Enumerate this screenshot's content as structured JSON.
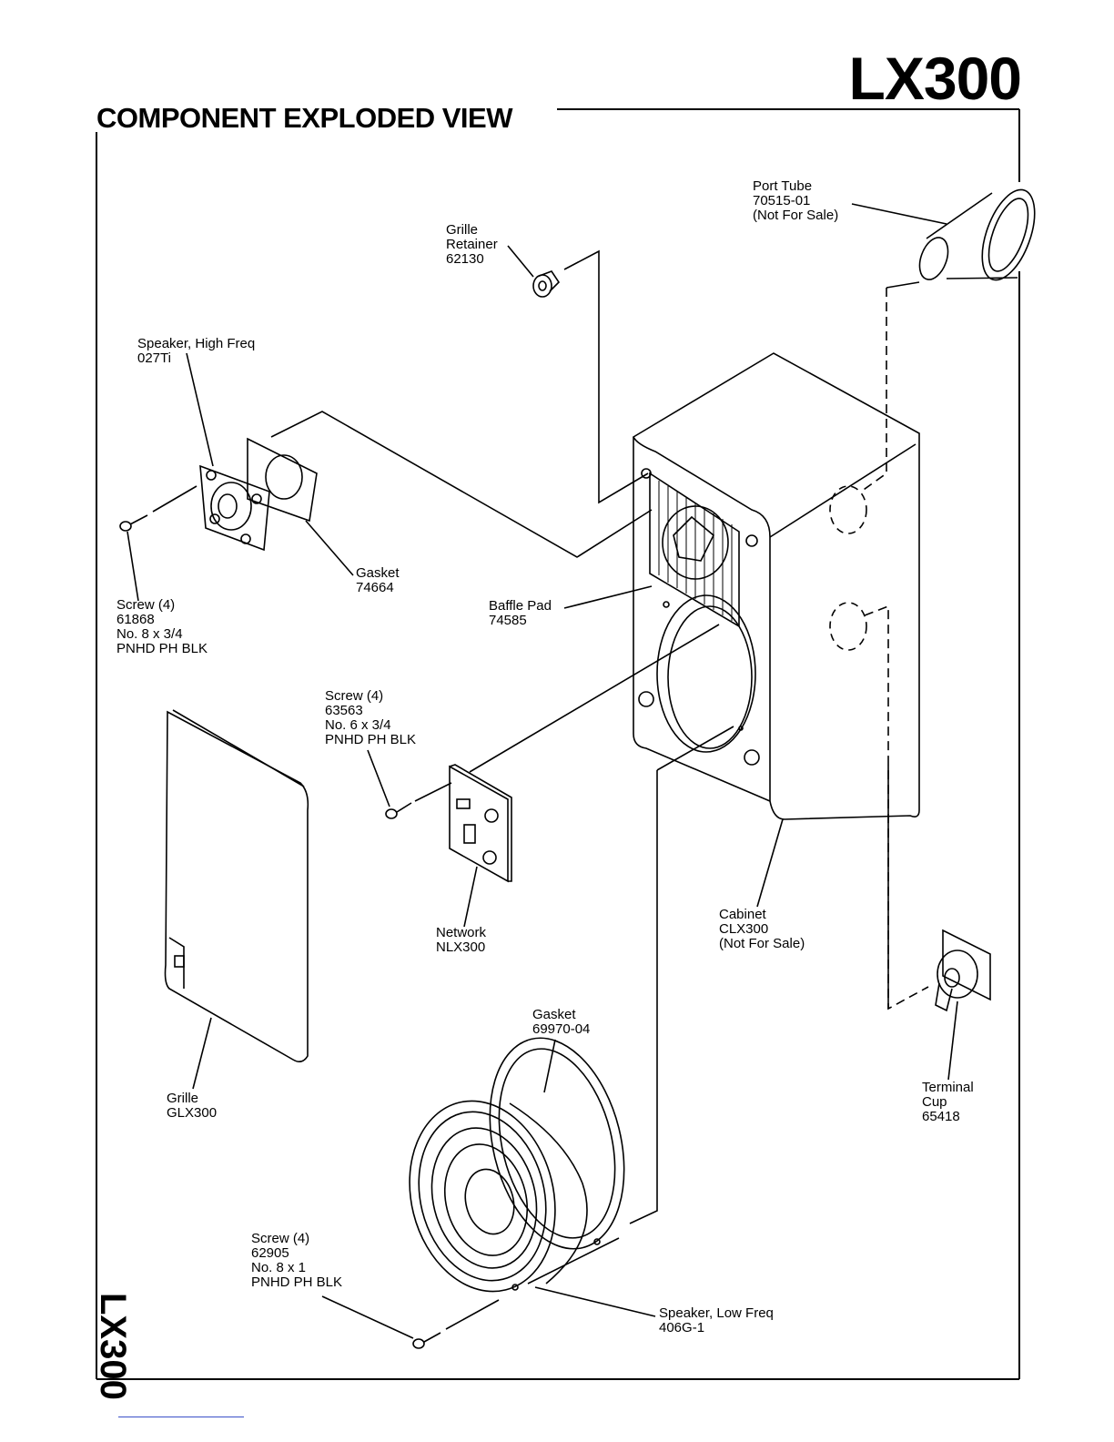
{
  "header": {
    "model": "LX300",
    "section": "COMPONENT EXPLODED VIEW",
    "side_model": "LX300"
  },
  "parts": {
    "port_tube": {
      "name": "Port Tube",
      "number": "70515-01",
      "note": "(Not For Sale)"
    },
    "grille_retainer": {
      "name1": "Grille",
      "name2": "Retainer",
      "number": "62130"
    },
    "speaker_high": {
      "name": "Speaker, High Freq",
      "number": "027Ti"
    },
    "gasket_hf": {
      "name": "Gasket",
      "number": "74664"
    },
    "screw_hf": {
      "name": "Screw (4)",
      "number": "61868",
      "size": "No. 8 x 3/4",
      "type": "PNHD PH BLK"
    },
    "baffle_pad": {
      "name": "Baffle Pad",
      "number": "74585"
    },
    "screw_net": {
      "name": "Screw (4)",
      "number": "63563",
      "size": "No. 6 x 3/4",
      "type": "PNHD PH BLK"
    },
    "network": {
      "name": "Network",
      "number": "NLX300"
    },
    "cabinet": {
      "name": "Cabinet",
      "number": "CLX300",
      "note": "(Not For Sale)"
    },
    "terminal_cup": {
      "name1": "Terminal",
      "name2": "Cup",
      "number": "65418"
    },
    "gasket_lf": {
      "name": "Gasket",
      "number": "69970-04"
    },
    "grille": {
      "name": "Grille",
      "number": "GLX300"
    },
    "screw_lf": {
      "name": "Screw (4)",
      "number": "62905",
      "size": "No. 8 x 1",
      "type": "PNHD PH BLK"
    },
    "speaker_low": {
      "name": "Speaker, Low Freq",
      "number": "406G-1"
    }
  }
}
